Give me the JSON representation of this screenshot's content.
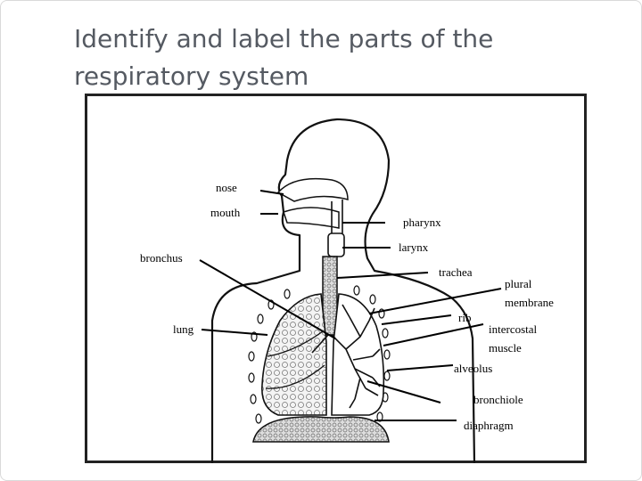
{
  "title": "Identify and label the parts of the respiratory system",
  "labels": {
    "nose": "nose",
    "mouth": "mouth",
    "pharynx": "pharynx",
    "larynx": "larynx",
    "bronchus": "bronchus",
    "trachea": "trachea",
    "plural_line1": "plural",
    "plural_line2": "membrane",
    "rib": "rib",
    "lung": "lung",
    "intercostal_line1": "intercostal",
    "intercostal_line2": "muscle",
    "alveolus": "alveolus",
    "bronchiole": "bronchiole",
    "diaphragm": "diaphragm"
  }
}
